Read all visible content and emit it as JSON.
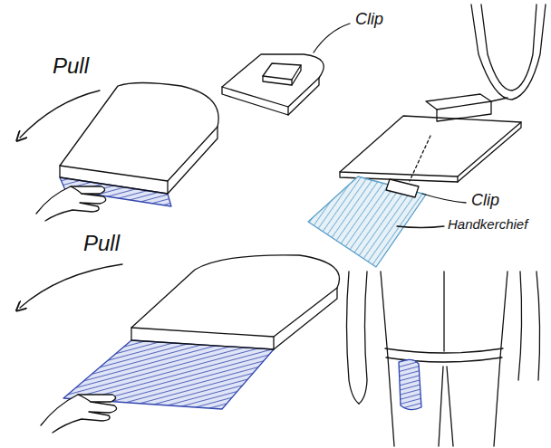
{
  "diagram": {
    "labels": [
      "Clip",
      "Pull",
      "Clip",
      "Handkerchief",
      "Pull"
    ]
  }
}
